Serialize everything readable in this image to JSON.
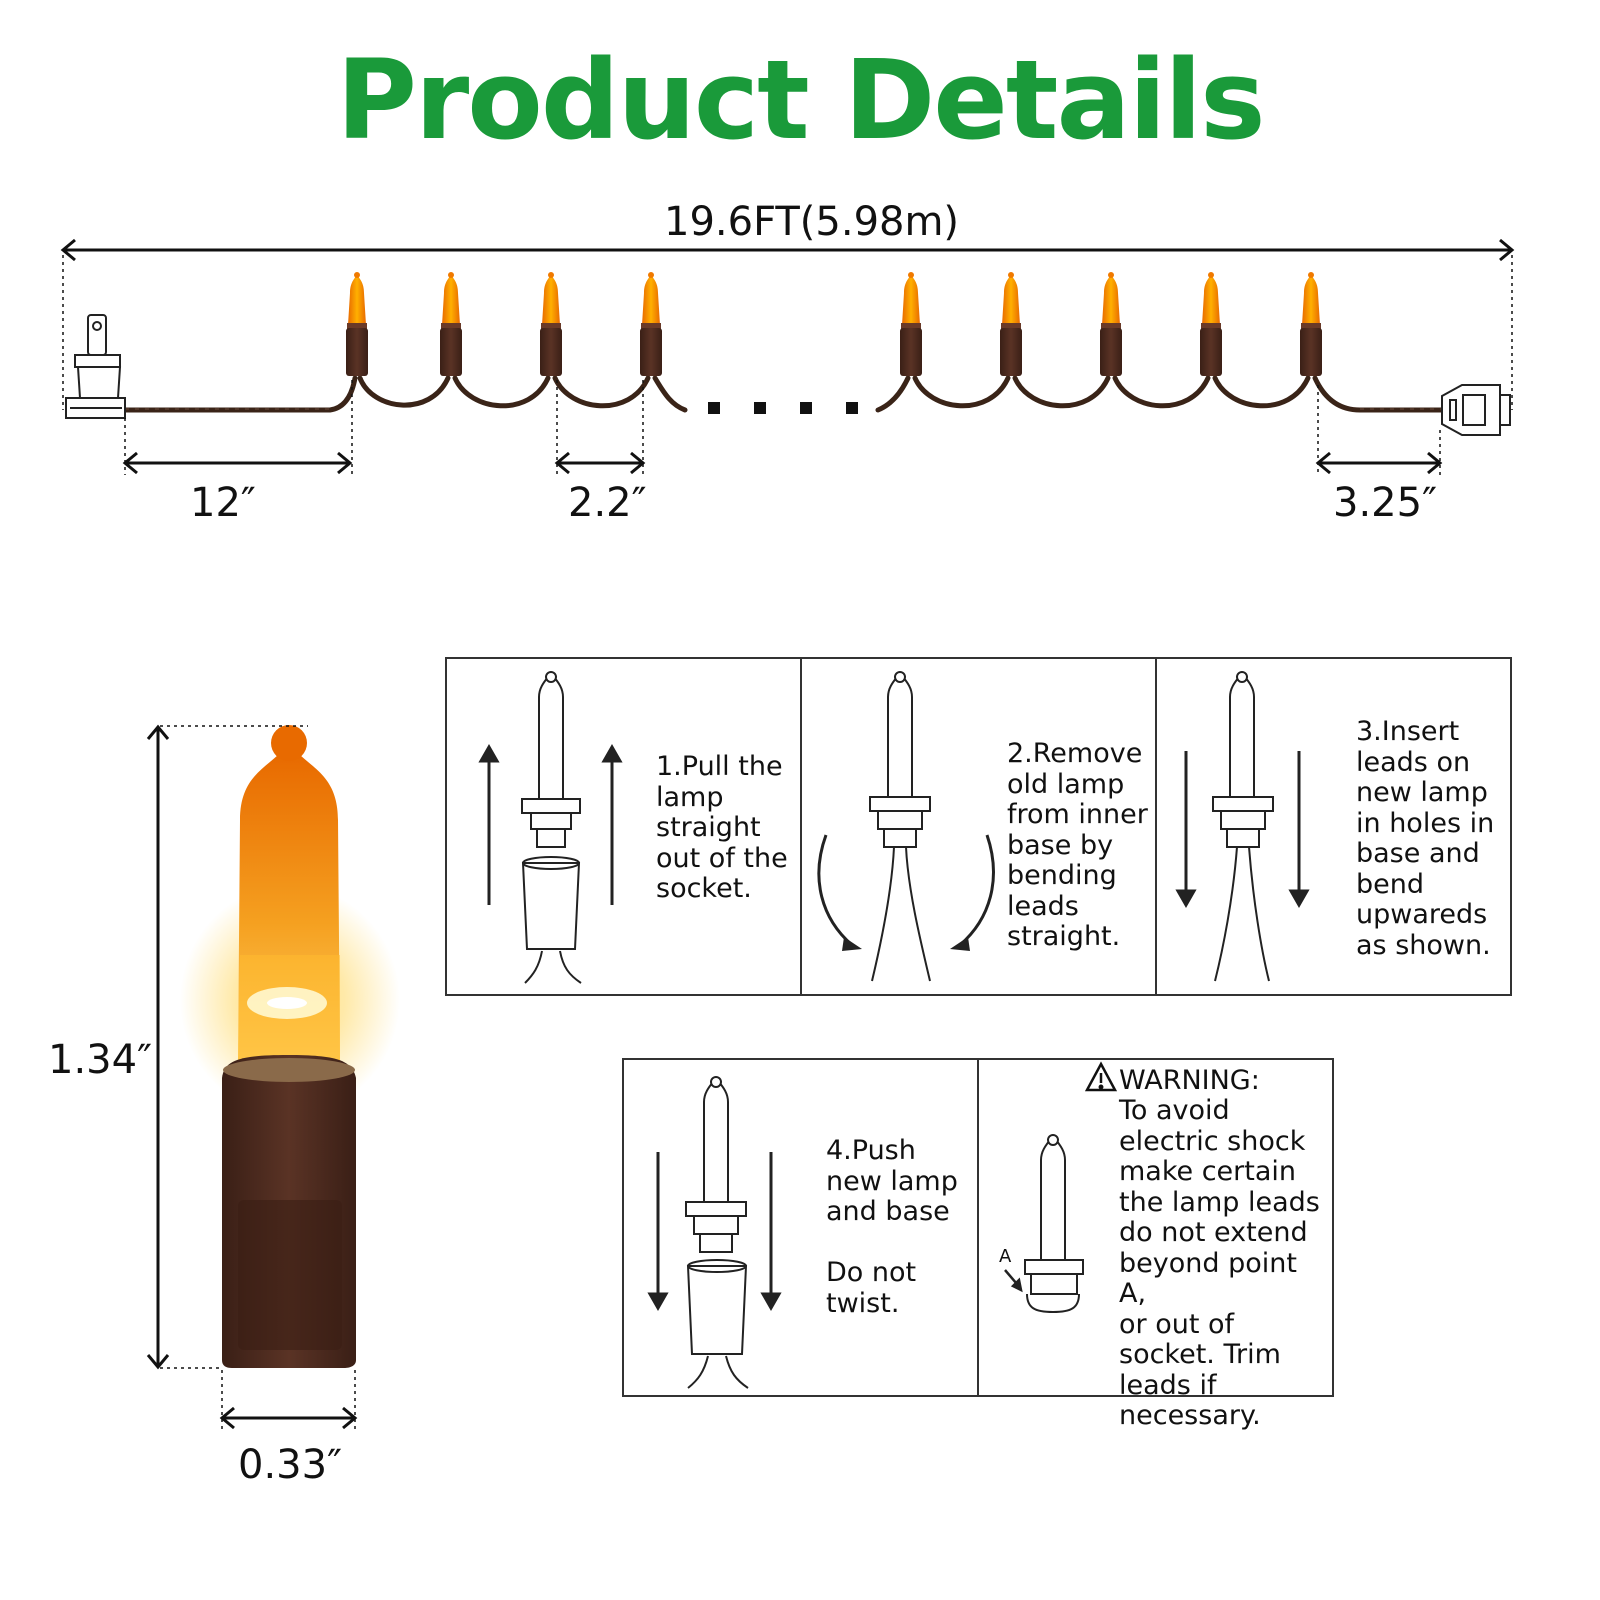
{
  "title": "Product Details",
  "dimensions": {
    "total_length": "19.6FT(5.98m)",
    "lead_length": "12″",
    "bulb_spacing": "2.2″",
    "end_length": "3.25″",
    "bulb_height": "1.34″",
    "bulb_width": "0.33″"
  },
  "steps": [
    {
      "text": "1.Pull the\nlamp\nstraight\nout of the\nsocket."
    },
    {
      "text": "2.Remove\nold lamp\nfrom inner\nbase by\nbending\nleads\nstraight."
    },
    {
      "text": "3.Insert\nleads on\nnew lamp\nin holes in\nbase and\nbend\nupwareds\nas shown."
    },
    {
      "text": "4.Push\nnew lamp\nand base\n\nDo not\ntwist."
    }
  ],
  "warning": {
    "heading": "WARNING:",
    "text": "To avoid\nelectric shock\nmake certain\nthe lamp leads\ndo not extend\nbeyond point A,\nor out of\nsocket. Trim\nleads if\nnecessary.",
    "point_label": "A"
  },
  "colors": {
    "title": "#1a9a3a",
    "bulb_orange": "#f08a10",
    "bulb_base": "#4a2a1e",
    "wire": "#3a2418"
  },
  "icons": [
    "plug-icon",
    "end-connector-icon",
    "warning-triangle-icon"
  ]
}
